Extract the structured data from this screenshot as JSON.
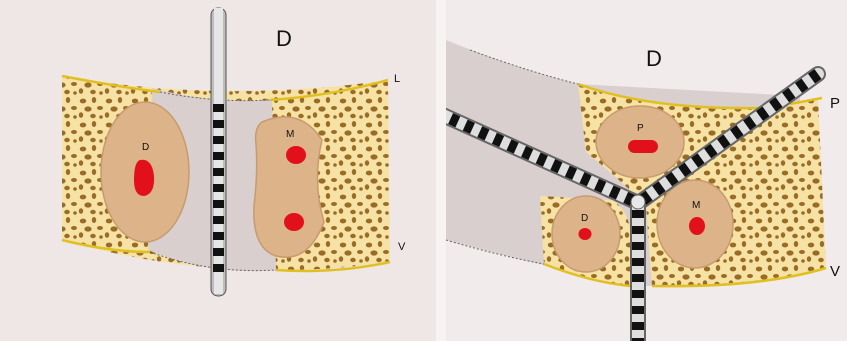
{
  "left_panel": {
    "top_label": "D",
    "edge_top_label": "L",
    "edge_bottom_label": "V",
    "compartment_left_label": "D",
    "compartment_right_label": "M"
  },
  "right_panel": {
    "top_label": "D",
    "edge_top_label": "P",
    "edge_bottom_label": "V",
    "compartment_top_label": "P",
    "compartment_left_label": "D",
    "compartment_right_label": "M"
  },
  "colors": {
    "page_left": "#efe7e6",
    "page_right": "#f1ebec",
    "bone_fill": "#f5e2a4",
    "bone_pores": "#9a6b25",
    "compartment_fill": "#ddb38a",
    "compartment_stroke": "#c89b6e",
    "vessel_red": "#e1101a",
    "corridor_grey": "#d9cfcf",
    "cortex_yellow": "#e0c020",
    "needle_dark": "#111111",
    "needle_light": "#d8d8d8"
  }
}
